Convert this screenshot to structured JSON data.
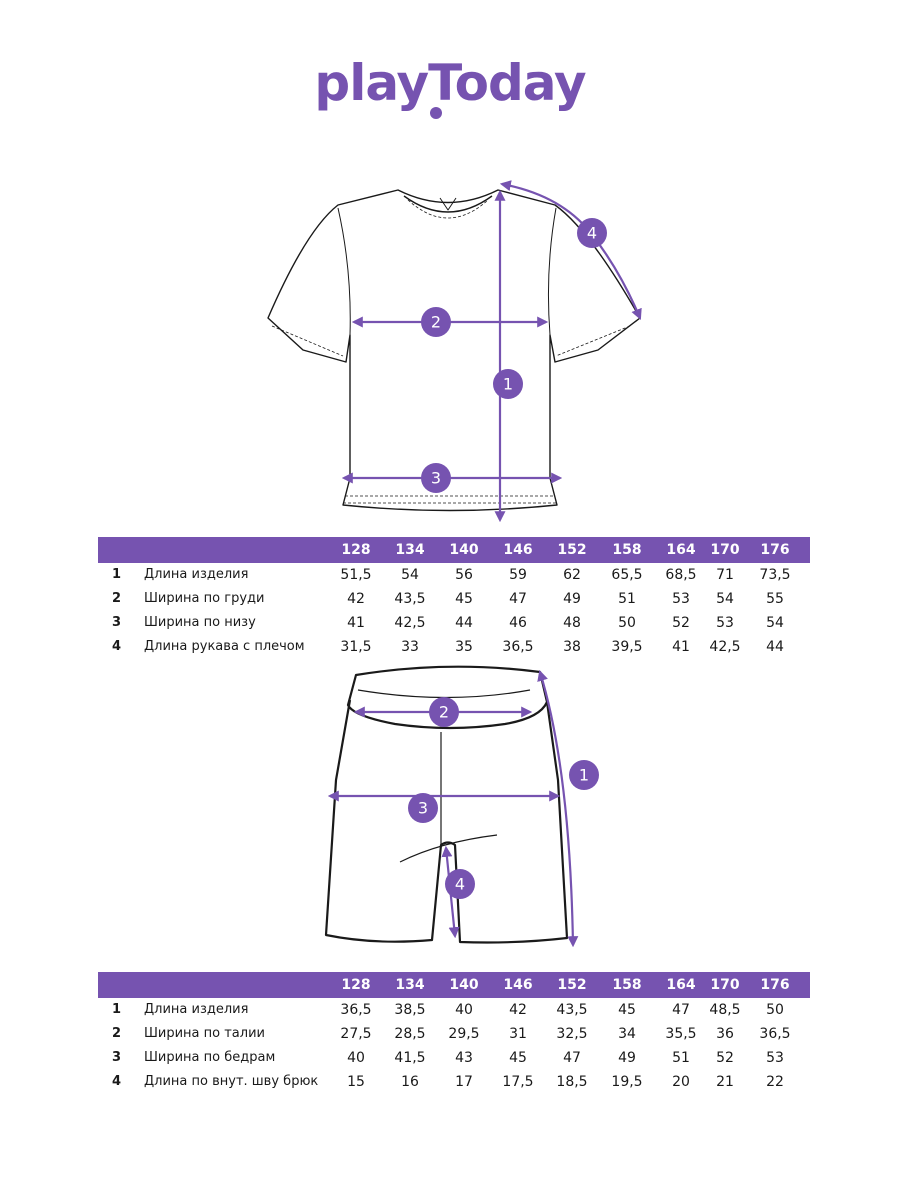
{
  "brand": {
    "logo_text": "playToday",
    "color": "#7653b0"
  },
  "tshirt": {
    "markers": [
      "1",
      "2",
      "3",
      "4"
    ]
  },
  "shorts": {
    "markers": [
      "1",
      "2",
      "3",
      "4"
    ]
  },
  "tshirt_table": {
    "sizes": [
      "128",
      "134",
      "140",
      "146",
      "152",
      "158",
      "164",
      "170",
      "176"
    ],
    "rows": [
      {
        "num": "1",
        "label": "Длина изделия",
        "values": [
          "51,5",
          "54",
          "56",
          "59",
          "62",
          "65,5",
          "68,5",
          "71",
          "73,5"
        ]
      },
      {
        "num": "2",
        "label": "Ширина по груди",
        "values": [
          "42",
          "43,5",
          "45",
          "47",
          "49",
          "51",
          "53",
          "54",
          "55"
        ]
      },
      {
        "num": "3",
        "label": "Ширина по низу",
        "values": [
          "41",
          "42,5",
          "44",
          "46",
          "48",
          "50",
          "52",
          "53",
          "54"
        ]
      },
      {
        "num": "4",
        "label": "Длина рукава с плечом",
        "values": [
          "31,5",
          "33",
          "35",
          "36,5",
          "38",
          "39,5",
          "41",
          "42,5",
          "44"
        ]
      }
    ]
  },
  "shorts_table": {
    "sizes": [
      "128",
      "134",
      "140",
      "146",
      "152",
      "158",
      "164",
      "170",
      "176"
    ],
    "rows": [
      {
        "num": "1",
        "label": "Длина изделия",
        "values": [
          "36,5",
          "38,5",
          "40",
          "42",
          "43,5",
          "45",
          "47",
          "48,5",
          "50"
        ]
      },
      {
        "num": "2",
        "label": "Ширина по талии",
        "values": [
          "27,5",
          "28,5",
          "29,5",
          "31",
          "32,5",
          "34",
          "35,5",
          "36",
          "36,5"
        ]
      },
      {
        "num": "3",
        "label": "Ширина по бедрам",
        "values": [
          "40",
          "41,5",
          "43",
          "45",
          "47",
          "49",
          "51",
          "52",
          "53"
        ]
      },
      {
        "num": "4",
        "label": "Длина по внут. шву брюк",
        "values": [
          "15",
          "16",
          "17",
          "17,5",
          "18,5",
          "19,5",
          "20",
          "21",
          "22"
        ]
      }
    ]
  }
}
